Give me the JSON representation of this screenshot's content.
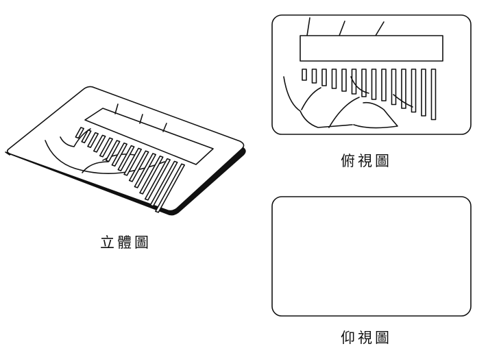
{
  "captions": {
    "isometric": "立體圖",
    "top": "俯視圖",
    "bottom": "仰視圖"
  },
  "colors": {
    "line": "#111111",
    "background": "#ffffff"
  }
}
